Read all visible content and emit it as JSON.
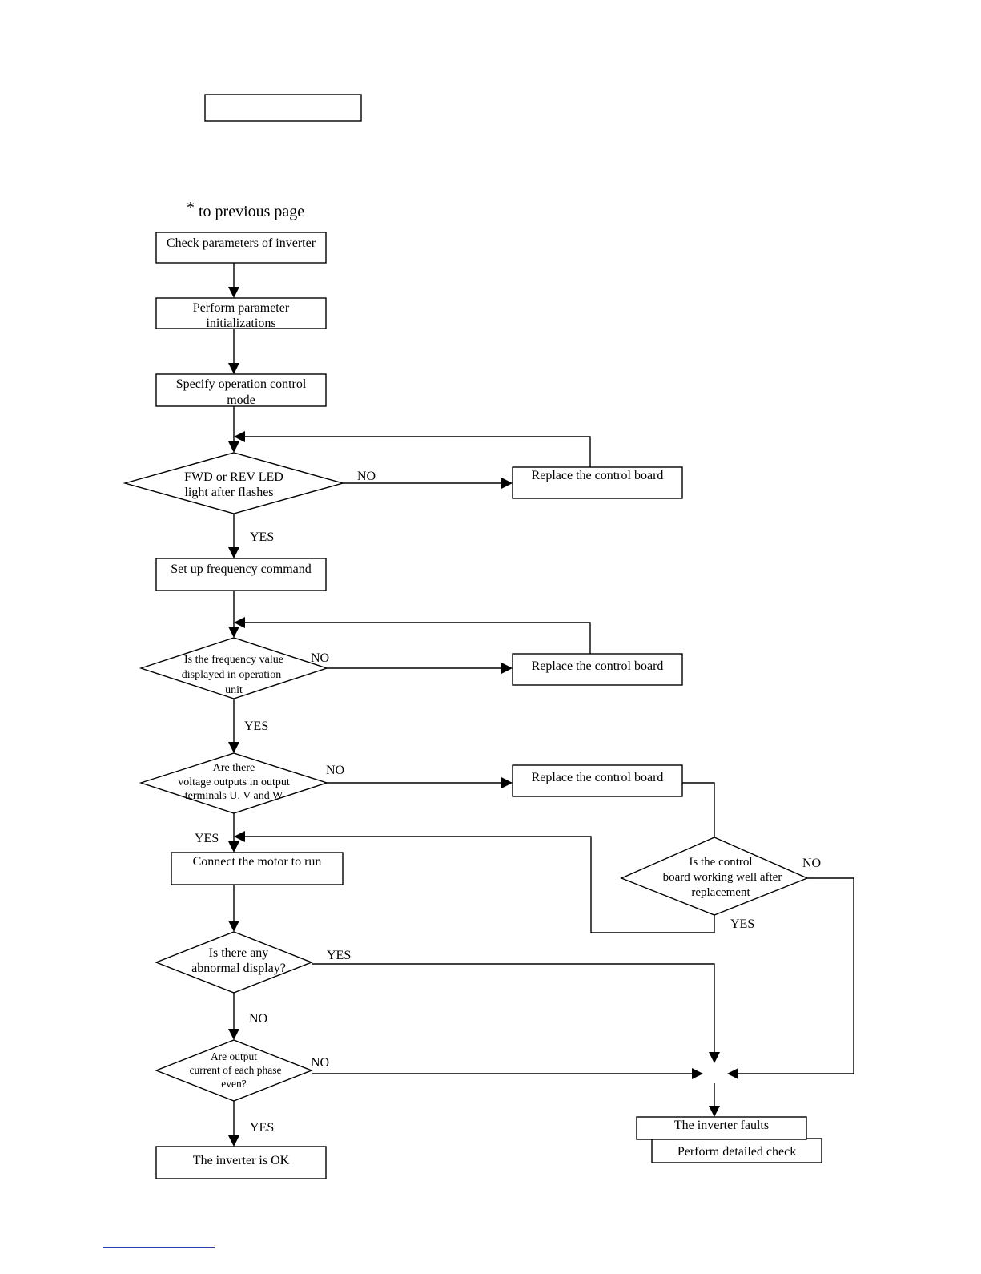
{
  "header_box": {
    "label": ""
  },
  "page_note": {
    "star": "*",
    "text": "to previous page"
  },
  "boxes": {
    "check_params": "Check parameters of inverter",
    "perform_init_1": "Perform parameter",
    "perform_init_2": "initializations",
    "specify_mode_1": "Specify operation control",
    "specify_mode_2": "mode",
    "replace_1": "Replace the control board",
    "set_freq": "Set up frequency command",
    "replace_2": "Replace the control board",
    "replace_3": "Replace the control board",
    "connect_motor": "Connect the motor to run",
    "inverter_ok": "The inverter is OK",
    "inverter_faults": "The inverter faults",
    "detailed_check": "Perform detailed check"
  },
  "decisions": {
    "fwd_rev_1": "FWD or REV LED",
    "fwd_rev_2": "light after flashes",
    "freq_disp_1": "Is the frequency value",
    "freq_disp_2": "displayed in operation",
    "freq_disp_3": "unit",
    "voltage_1": "Are there",
    "voltage_2": "voltage outputs in output",
    "voltage_3": "terminals U, V and W",
    "control_ok_1": "Is the control",
    "control_ok_2": "board working well after",
    "control_ok_3": "replacement",
    "abnormal_1": "Is there any",
    "abnormal_2": "abnormal display?",
    "current_1": "Are output",
    "current_2": "current of each phase",
    "current_3": "even?"
  },
  "branch_labels": {
    "no_fwd": "NO",
    "yes_fwd": "YES",
    "no_freq": "NO",
    "yes_freq": "YES",
    "no_volt": "NO",
    "yes_volt": "YES",
    "no_control": "NO",
    "yes_control": "YES",
    "yes_abnormal": "YES",
    "no_abnormal": "NO",
    "no_current": "NO",
    "yes_current": "YES"
  }
}
